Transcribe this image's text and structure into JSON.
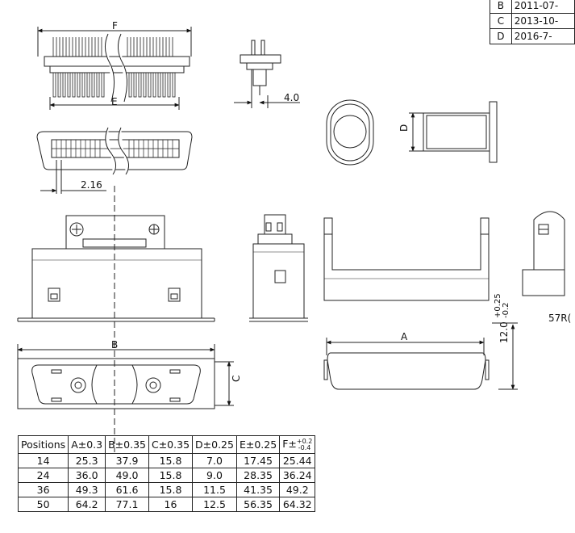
{
  "labels": {
    "F": "F",
    "E": "E",
    "dim_pitch": "2.16",
    "dim_4_0": "4.0",
    "D": "D",
    "B": "B",
    "C": "C",
    "A": "A",
    "height_dim": "12.0",
    "height_tol_plus": "+0.25",
    "height_tol_minus": "-0.2",
    "partial_code": "57R("
  },
  "revisions": [
    {
      "code": "B",
      "date": "2011-07-"
    },
    {
      "code": "C",
      "date": "2013-10-"
    },
    {
      "code": "D",
      "date": "2016-7-"
    }
  ],
  "table": {
    "headers": [
      "Positions",
      "A±0.3",
      "B±0.35",
      "C±0.35",
      "D±0.25",
      "E±0.25",
      "F±"
    ],
    "f_tol_plus": "+0.2",
    "f_tol_minus": "-0.4",
    "rows": [
      [
        "14",
        "25.3",
        "37.9",
        "15.8",
        "7.0",
        "17.45",
        "25.44"
      ],
      [
        "24",
        "36.0",
        "49.0",
        "15.8",
        "9.0",
        "28.35",
        "36.24"
      ],
      [
        "36",
        "49.3",
        "61.6",
        "15.8",
        "11.5",
        "41.35",
        "49.2"
      ],
      [
        "50",
        "64.2",
        "77.1",
        "16",
        "12.5",
        "56.35",
        "64.32"
      ]
    ]
  }
}
